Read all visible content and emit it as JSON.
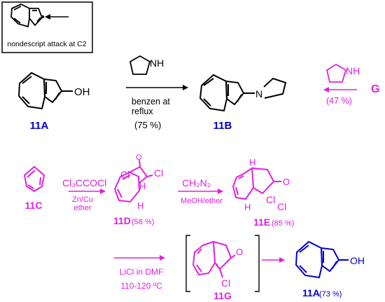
{
  "inset": {
    "caption": "nondescript attack at C2"
  },
  "reaction1": {
    "start_label": "11A",
    "start_group": "OH",
    "reagent_nh": "NH",
    "conditions_line1": "benzen at",
    "conditions_line2": "reflux",
    "yield": "(75 %)",
    "product_label": "11B",
    "product_n": "N"
  },
  "side_route": {
    "reagent_nh": "NH",
    "yield": "(47 %)",
    "label": "G"
  },
  "synthesis": {
    "tropylidene_label": "11C",
    "reagent1": "Cl₃CCOCl",
    "reagent1_sub_line1": "Zn/Cu",
    "reagent1_sub_line2": "ether",
    "int1_label": "11D",
    "int1_yield": "(58 %)",
    "int1_atoms": {
      "cl_a": "Cl",
      "cl_b": "Cl",
      "o": "O",
      "h1": "H",
      "h2": "H"
    },
    "reagent2": "CH₂N₂",
    "reagent2_sub": "MeOH/ether",
    "int2_label": "11E",
    "int2_yield": "(85 %)",
    "int2_atoms": {
      "h_top": "H",
      "h_bottom": "H",
      "o": "O",
      "cl_a": "Cl",
      "cl_b": "Cl"
    },
    "reagent3": "LiCl in DMF",
    "reagent3_temp": "110-120 ºC",
    "int3_label": "11G",
    "int3_atoms": {
      "o": "O",
      "cl": "Cl"
    },
    "final_label": "11A",
    "final_yield": "(73 %)",
    "final_group": "OH"
  },
  "colors": {
    "blue": "#0000cc",
    "magenta": "#e020e0",
    "black": "#000000"
  }
}
